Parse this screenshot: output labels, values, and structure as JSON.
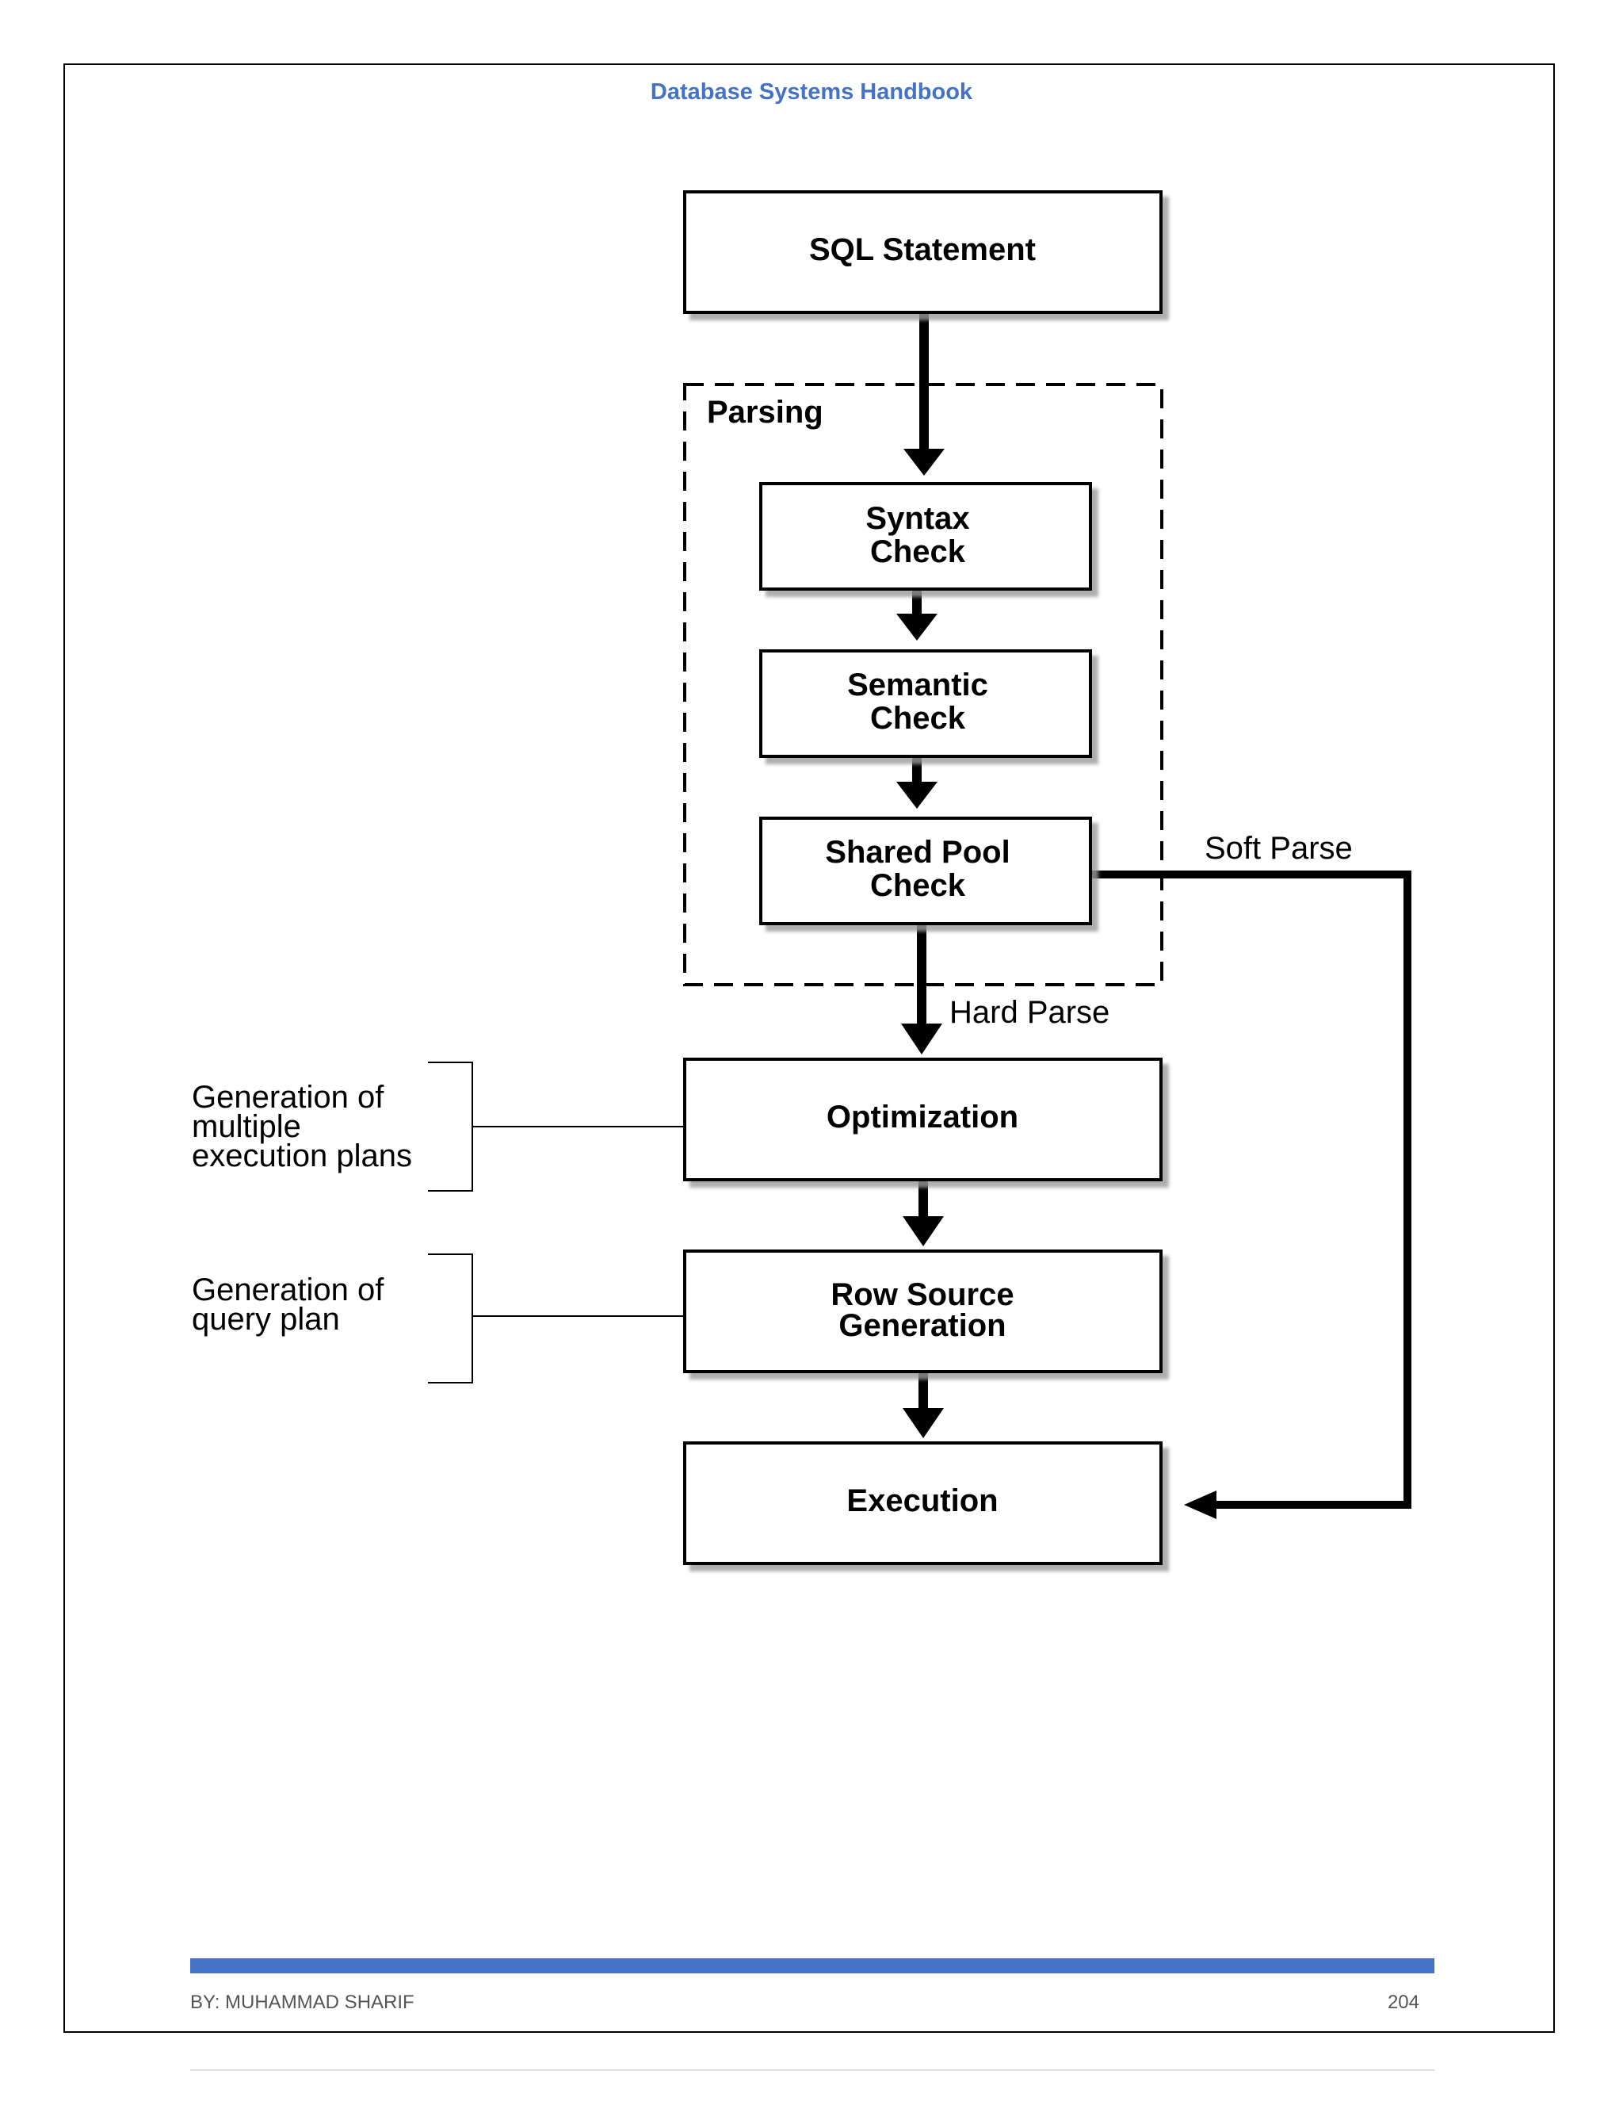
{
  "header": {
    "title": "Database Systems Handbook"
  },
  "diagram": {
    "sql_statement": "SQL Statement",
    "parsing_label": "Parsing",
    "syntax_check": [
      "Syntax",
      "Check"
    ],
    "semantic_check": [
      "Semantic",
      "Check"
    ],
    "shared_pool_check": [
      "Shared Pool",
      "Check"
    ],
    "soft_parse": "Soft Parse",
    "hard_parse": "Hard Parse",
    "optimization": "Optimization",
    "row_source_generation": [
      "Row Source",
      "Generation"
    ],
    "execution": "Execution",
    "note_optimization": [
      "Generation of",
      "multiple",
      "execution plans"
    ],
    "note_row_source": [
      "Generation of",
      "query plan"
    ]
  },
  "footer": {
    "author": "BY: MUHAMMAD SHARIF",
    "page_number": "204"
  }
}
